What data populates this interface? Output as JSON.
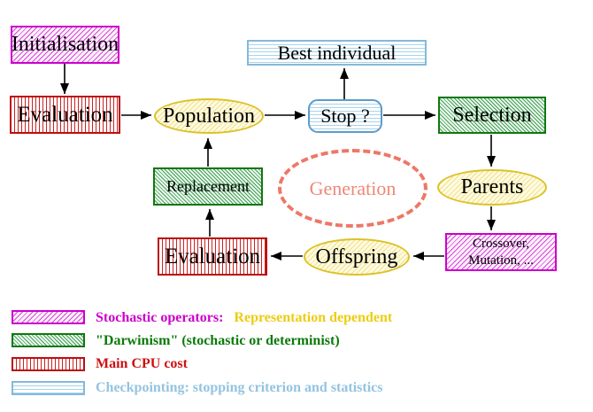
{
  "diagram": {
    "nodes": {
      "initialisation": {
        "label": "Initialisation",
        "style": "magenta-diagonal-hatch"
      },
      "evaluation_top": {
        "label": "Evaluation",
        "style": "red-vertical-stripes"
      },
      "population": {
        "label": "Population",
        "style": "yellow-hatch-ellipse"
      },
      "best_individual": {
        "label": "Best individual",
        "style": "cyan-horizontal-stripes"
      },
      "stop": {
        "label": "Stop ?",
        "style": "cyan-horizontal-stripes-rounded"
      },
      "selection": {
        "label": "Selection",
        "style": "green-diagonal-hatch"
      },
      "replacement": {
        "label": "Replacement",
        "style": "green-diagonal-hatch"
      },
      "generation": {
        "label": "Generation",
        "style": "salmon-dashed-ellipse"
      },
      "parents": {
        "label": "Parents",
        "style": "yellow-hatch-ellipse"
      },
      "crossover": {
        "label_line1": "Crossover,",
        "label_line2": "Mutation, ...",
        "style": "magenta-diagonal-hatch"
      },
      "offspring": {
        "label": "Offspring",
        "style": "yellow-hatch-ellipse"
      },
      "evaluation_bottom": {
        "label": "Evaluation",
        "style": "red-vertical-stripes"
      }
    },
    "edges": [
      {
        "from": "initialisation",
        "to": "evaluation_top"
      },
      {
        "from": "evaluation_top",
        "to": "population"
      },
      {
        "from": "population",
        "to": "stop"
      },
      {
        "from": "stop",
        "to": "best_individual"
      },
      {
        "from": "stop",
        "to": "selection"
      },
      {
        "from": "selection",
        "to": "parents"
      },
      {
        "from": "parents",
        "to": "crossover"
      },
      {
        "from": "crossover",
        "to": "offspring"
      },
      {
        "from": "offspring",
        "to": "evaluation_bottom"
      },
      {
        "from": "evaluation_bottom",
        "to": "replacement"
      },
      {
        "from": "replacement",
        "to": "population"
      }
    ],
    "legend": {
      "items": [
        {
          "swatch": "magenta-diagonal-hatch",
          "label": "Stochastic operators:",
          "label2": "Representation dependent",
          "color": "#cc00cc",
          "color2": "#eecc11"
        },
        {
          "swatch": "green-diagonal-hatch",
          "label": "\"Darwinism\" (stochastic or determinist)",
          "color": "#0a7a0a"
        },
        {
          "swatch": "red-vertical-stripes",
          "label": "Main CPU cost",
          "color": "#cc1111"
        },
        {
          "swatch": "cyan-horizontal-stripes",
          "label": "Checkpointing: stopping criterion and statistics",
          "color": "#93c4e0"
        }
      ]
    },
    "colors": {
      "magenta": "#cc00cc",
      "green": "#117711",
      "red": "#cc1111",
      "cyan": "#85b9d9",
      "yellow": "#dcc22a",
      "salmon": "#ee7766",
      "arrow": "#000000",
      "background": "#ffffff"
    }
  }
}
